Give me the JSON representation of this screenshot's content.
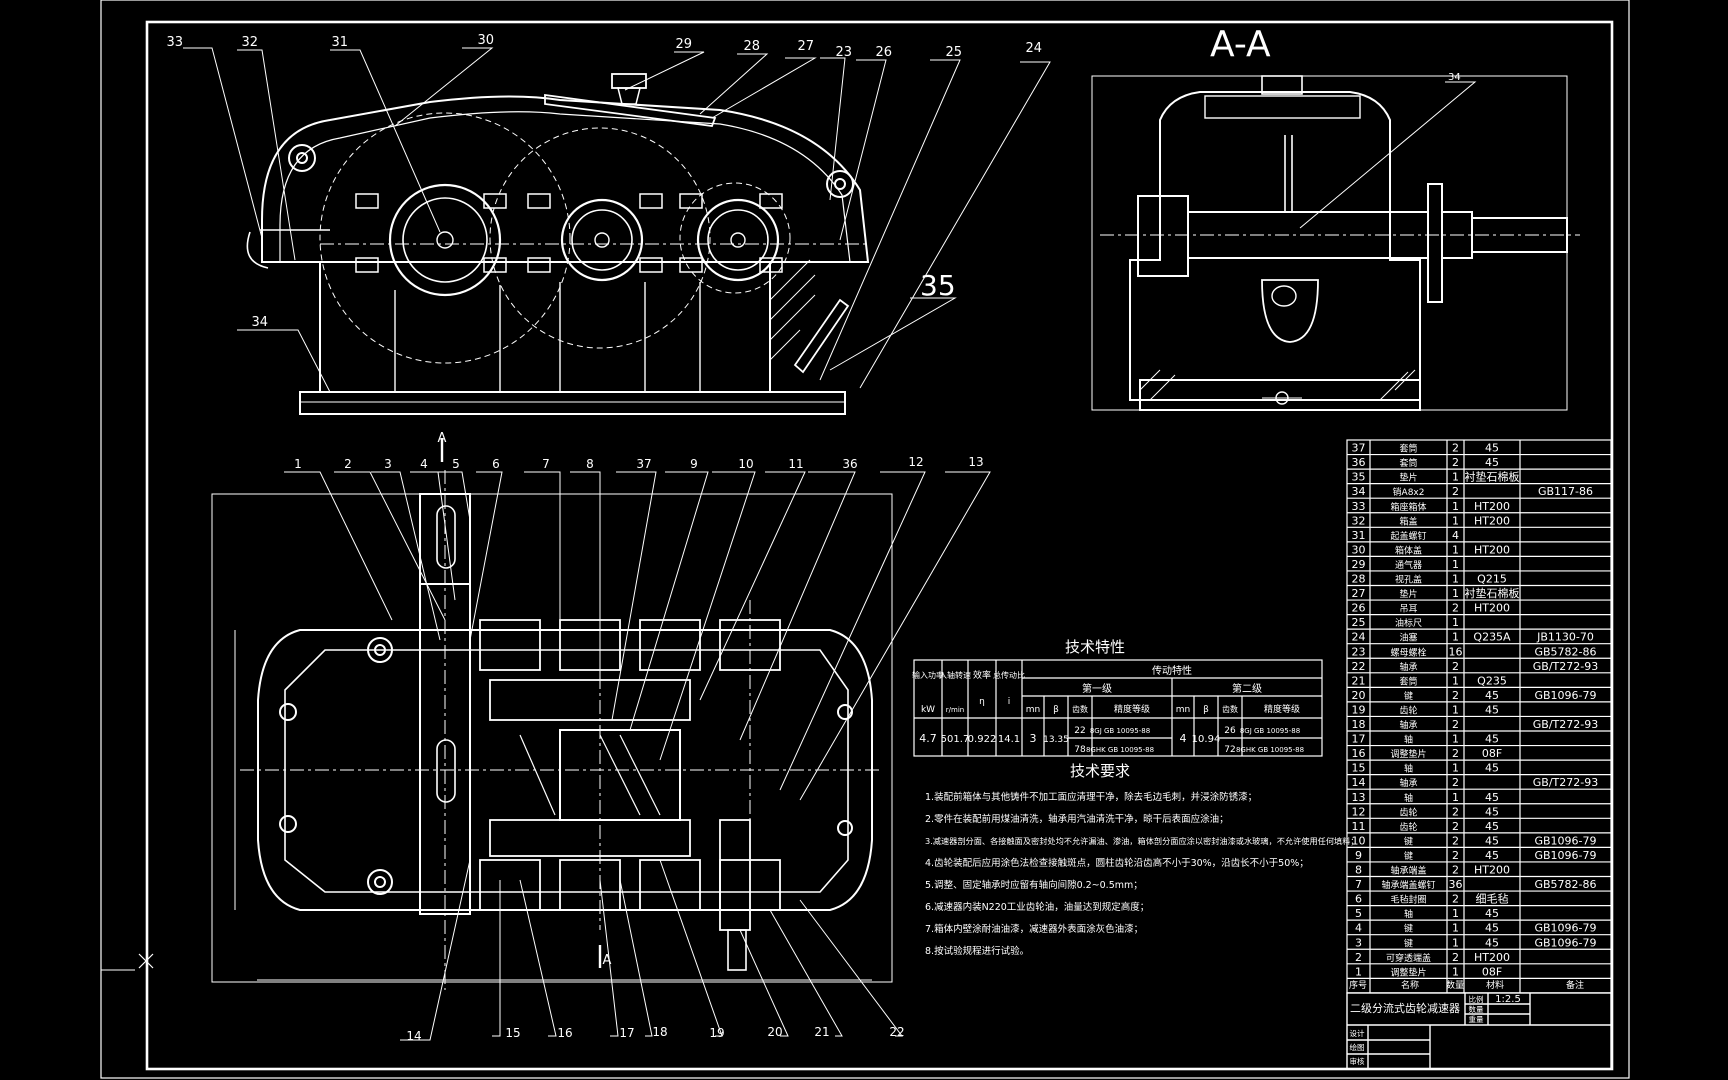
{
  "section_title": "A-A",
  "label_35_large": "35",
  "front_view_callouts": [
    "33",
    "32",
    "31",
    "30",
    "29",
    "28",
    "27",
    "23",
    "26",
    "25",
    "24",
    "34"
  ],
  "section_view_callouts": [
    "34"
  ],
  "top_view_callouts_top": [
    "1",
    "2",
    "3",
    "4",
    "5",
    "6",
    "7",
    "8",
    "37",
    "9",
    "10",
    "11",
    "36",
    "12",
    "13"
  ],
  "top_view_callouts_bottom": [
    "14",
    "15",
    "16",
    "17",
    "18",
    "19",
    "20",
    "21",
    "22"
  ],
  "section_marker_top": "A",
  "section_marker_bottom": "A",
  "tech_char": {
    "title": "技术特性",
    "headers": {
      "power": "输入功率",
      "power_unit": "kW",
      "speed": "入轴转速",
      "speed_unit": "r/min",
      "eff": "效率",
      "eff_sym": "η",
      "ratio": "总传动比",
      "ratio_sym": "i",
      "trans": "传动特性",
      "stage1": "第一级",
      "stage2": "第二级",
      "mn": "mn",
      "beta": "β",
      "teeth": "齿数",
      "grade": "精度等级"
    },
    "values": {
      "power": "4.7",
      "speed": "501.7",
      "eff": "0.922",
      "ratio": "14.1",
      "mn1": "3",
      "beta1": "13.35",
      "z1a": "22",
      "z1b": "78",
      "g1a": "8GJ GB 10095-88",
      "g1b": "8GHK GB 10095-88",
      "mn2": "4",
      "beta2": "10.94",
      "z2a": "26",
      "z2b": "72",
      "g2a": "8GJ GB 10095-88",
      "g2b": "8GHK GB 10095-88"
    }
  },
  "tech_req": {
    "title": "技术要求",
    "lines": [
      "1.装配前箱体与其他铸件不加工面应清理干净，除去毛边毛刺，并浸涂防锈漆；",
      "2.零件在装配前用煤油清洗，轴承用汽油清洗干净，晾干后表面应涂油；",
      "3.减速器剖分面、各接触面及密封处均不允许漏油、渗油，箱体剖分面应涂以密封油漆或水玻璃，不允许使用任何填料；",
      "4.齿轮装配后应用涂色法检查接触斑点，圆柱齿轮沿齿高不小于30%，沿齿长不小于50%；",
      "5.调整、固定轴承时应留有轴向间隙0.2~0.5mm；",
      "6.减速器内装N220工业齿轮油，油量达到规定高度；",
      "7.箱体内壁涂耐油油漆，减速器外表面涂灰色油漆；",
      "8.按试验规程进行试验。"
    ]
  },
  "parts": [
    {
      "no": "37",
      "name": "套筒",
      "qty": "2",
      "mat": "45",
      "std": ""
    },
    {
      "no": "36",
      "name": "套筒",
      "qty": "2",
      "mat": "45",
      "std": ""
    },
    {
      "no": "35",
      "name": "垫片",
      "qty": "1",
      "mat": "衬垫石棉板",
      "std": ""
    },
    {
      "no": "34",
      "name": "销A8x2",
      "qty": "2",
      "mat": "",
      "std": "GB117-86"
    },
    {
      "no": "33",
      "name": "箱座箱体",
      "qty": "1",
      "mat": "HT200",
      "std": ""
    },
    {
      "no": "32",
      "name": "箱盖",
      "qty": "1",
      "mat": "HT200",
      "std": ""
    },
    {
      "no": "31",
      "name": "起盖螺钉",
      "qty": "4",
      "mat": "",
      "std": ""
    },
    {
      "no": "30",
      "name": "箱体盖",
      "qty": "1",
      "mat": "HT200",
      "std": ""
    },
    {
      "no": "29",
      "name": "通气器",
      "qty": "1",
      "mat": "",
      "std": ""
    },
    {
      "no": "28",
      "name": "视孔盖",
      "qty": "1",
      "mat": "Q215",
      "std": ""
    },
    {
      "no": "27",
      "name": "垫片",
      "qty": "1",
      "mat": "衬垫石棉板",
      "std": ""
    },
    {
      "no": "26",
      "name": "吊耳",
      "qty": "2",
      "mat": "HT200",
      "std": ""
    },
    {
      "no": "25",
      "name": "油标尺",
      "qty": "1",
      "mat": "",
      "std": ""
    },
    {
      "no": "24",
      "name": "油塞",
      "qty": "1",
      "mat": "Q235A",
      "std": "JB1130-70"
    },
    {
      "no": "23",
      "name": "螺母螺栓",
      "qty": "16",
      "mat": "",
      "std": "GB5782-86"
    },
    {
      "no": "22",
      "name": "轴承",
      "qty": "2",
      "mat": "",
      "std": "GB/T272-93"
    },
    {
      "no": "21",
      "name": "套筒",
      "qty": "1",
      "mat": "Q235",
      "std": ""
    },
    {
      "no": "20",
      "name": "键",
      "qty": "2",
      "mat": "45",
      "std": "GB1096-79"
    },
    {
      "no": "19",
      "name": "齿轮",
      "qty": "1",
      "mat": "45",
      "std": ""
    },
    {
      "no": "18",
      "name": "轴承",
      "qty": "2",
      "mat": "",
      "std": "GB/T272-93"
    },
    {
      "no": "17",
      "name": "轴",
      "qty": "1",
      "mat": "45",
      "std": ""
    },
    {
      "no": "16",
      "name": "调整垫片",
      "qty": "2",
      "mat": "08F",
      "std": ""
    },
    {
      "no": "15",
      "name": "轴",
      "qty": "1",
      "mat": "45",
      "std": ""
    },
    {
      "no": "14",
      "name": "轴承",
      "qty": "2",
      "mat": "",
      "std": "GB/T272-93"
    },
    {
      "no": "13",
      "name": "轴",
      "qty": "1",
      "mat": "45",
      "std": ""
    },
    {
      "no": "12",
      "name": "齿轮",
      "qty": "2",
      "mat": "45",
      "std": ""
    },
    {
      "no": "11",
      "name": "齿轮",
      "qty": "2",
      "mat": "45",
      "std": ""
    },
    {
      "no": "10",
      "name": "键",
      "qty": "2",
      "mat": "45",
      "std": "GB1096-79"
    },
    {
      "no": "9",
      "name": "键",
      "qty": "2",
      "mat": "45",
      "std": "GB1096-79"
    },
    {
      "no": "8",
      "name": "轴承端盖",
      "qty": "2",
      "mat": "HT200",
      "std": ""
    },
    {
      "no": "7",
      "name": "轴承端盖螺钉",
      "qty": "36",
      "mat": "",
      "std": "GB5782-86"
    },
    {
      "no": "6",
      "name": "毛毡封圈",
      "qty": "2",
      "mat": "细毛毡",
      "std": ""
    },
    {
      "no": "5",
      "name": "轴",
      "qty": "1",
      "mat": "45",
      "std": ""
    },
    {
      "no": "4",
      "name": "键",
      "qty": "1",
      "mat": "45",
      "std": "GB1096-79"
    },
    {
      "no": "3",
      "name": "键",
      "qty": "1",
      "mat": "45",
      "std": "GB1096-79"
    },
    {
      "no": "2",
      "name": "可穿透端盖",
      "qty": "2",
      "mat": "HT200",
      "std": ""
    },
    {
      "no": "1",
      "name": "调整垫片",
      "qty": "1",
      "mat": "08F",
      "std": ""
    }
  ],
  "parts_header": {
    "no": "序号",
    "name": "名称",
    "qty": "数量",
    "mat": "材料",
    "std": "备注"
  },
  "title_block": {
    "drawing_title": "二级分流式齿轮减速器",
    "ratio_label": "比例",
    "scale": "1:2.5",
    "count_label": "数量",
    "weight_label": "重量",
    "design_label": "设计",
    "draw_label": "绘图",
    "check_label": "审核"
  }
}
